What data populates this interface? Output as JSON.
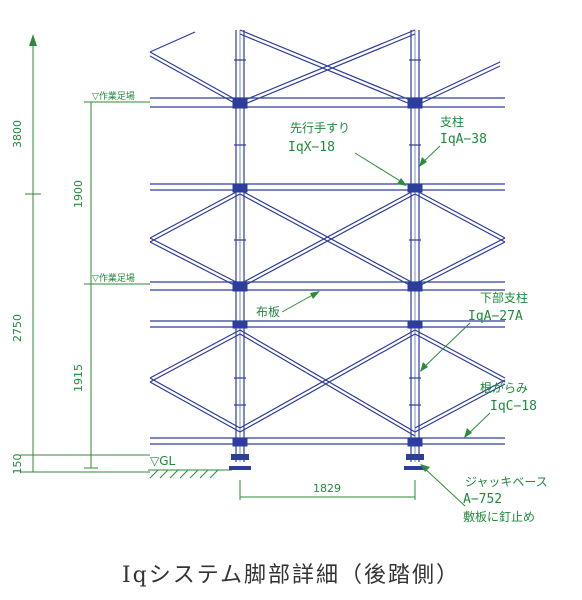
{
  "dimensions": {
    "total_height": "3800",
    "upper_span": "1900",
    "lower_total": "2750",
    "lower_span": "1915",
    "base_offset": "150",
    "post_spacing": "1829"
  },
  "levels": {
    "work_floor_upper": "▽作業足場",
    "work_floor_lower": "▽作業足場",
    "ground": "▽GL"
  },
  "labels": {
    "handrail_name": "先行手すり",
    "handrail_code": "IqX−18",
    "post_name": "支柱",
    "post_code": "IqA−38",
    "plank_name": "布板",
    "lower_post_name": "下部支柱",
    "lower_post_code": "IqA−27A",
    "bottom_brace_name": "根がらみ",
    "bottom_brace_code": "IqC−18",
    "jack_base_name": "ジャッキベース",
    "jack_base_code": "A−752",
    "jack_base_note": "敷板に釘止め"
  },
  "caption": "Iqシステム脚部詳細（後踏側）",
  "colors": {
    "structure": "#2d3d9c",
    "annotation": "#1f8a3c",
    "caption": "#333333"
  }
}
